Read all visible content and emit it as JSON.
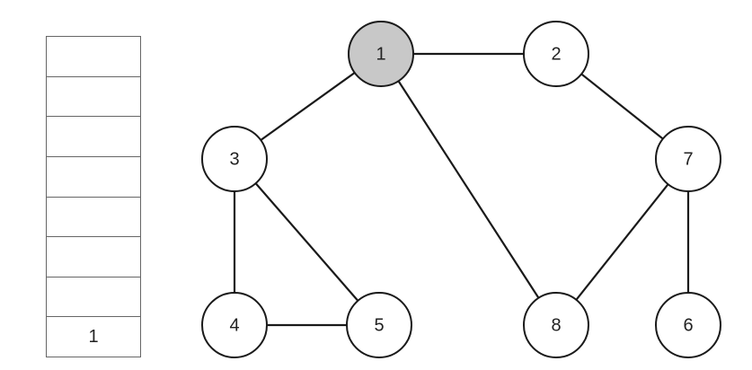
{
  "stack": {
    "cells": [
      "",
      "",
      "",
      "",
      "",
      "",
      "",
      "1"
    ]
  },
  "graph": {
    "highlight_color": "#c8c8c8",
    "node_fill": "#ffffff",
    "stroke_color": "#1a1a1a",
    "nodes": [
      {
        "id": "1",
        "label": "1",
        "highlighted": true
      },
      {
        "id": "2",
        "label": "2",
        "highlighted": false
      },
      {
        "id": "3",
        "label": "3",
        "highlighted": false
      },
      {
        "id": "4",
        "label": "4",
        "highlighted": false
      },
      {
        "id": "5",
        "label": "5",
        "highlighted": false
      },
      {
        "id": "6",
        "label": "6",
        "highlighted": false
      },
      {
        "id": "7",
        "label": "7",
        "highlighted": false
      },
      {
        "id": "8",
        "label": "8",
        "highlighted": false
      }
    ],
    "edges": [
      [
        "1",
        "2"
      ],
      [
        "1",
        "3"
      ],
      [
        "1",
        "8"
      ],
      [
        "2",
        "7"
      ],
      [
        "3",
        "4"
      ],
      [
        "3",
        "5"
      ],
      [
        "4",
        "5"
      ],
      [
        "7",
        "8"
      ],
      [
        "7",
        "6"
      ]
    ]
  }
}
